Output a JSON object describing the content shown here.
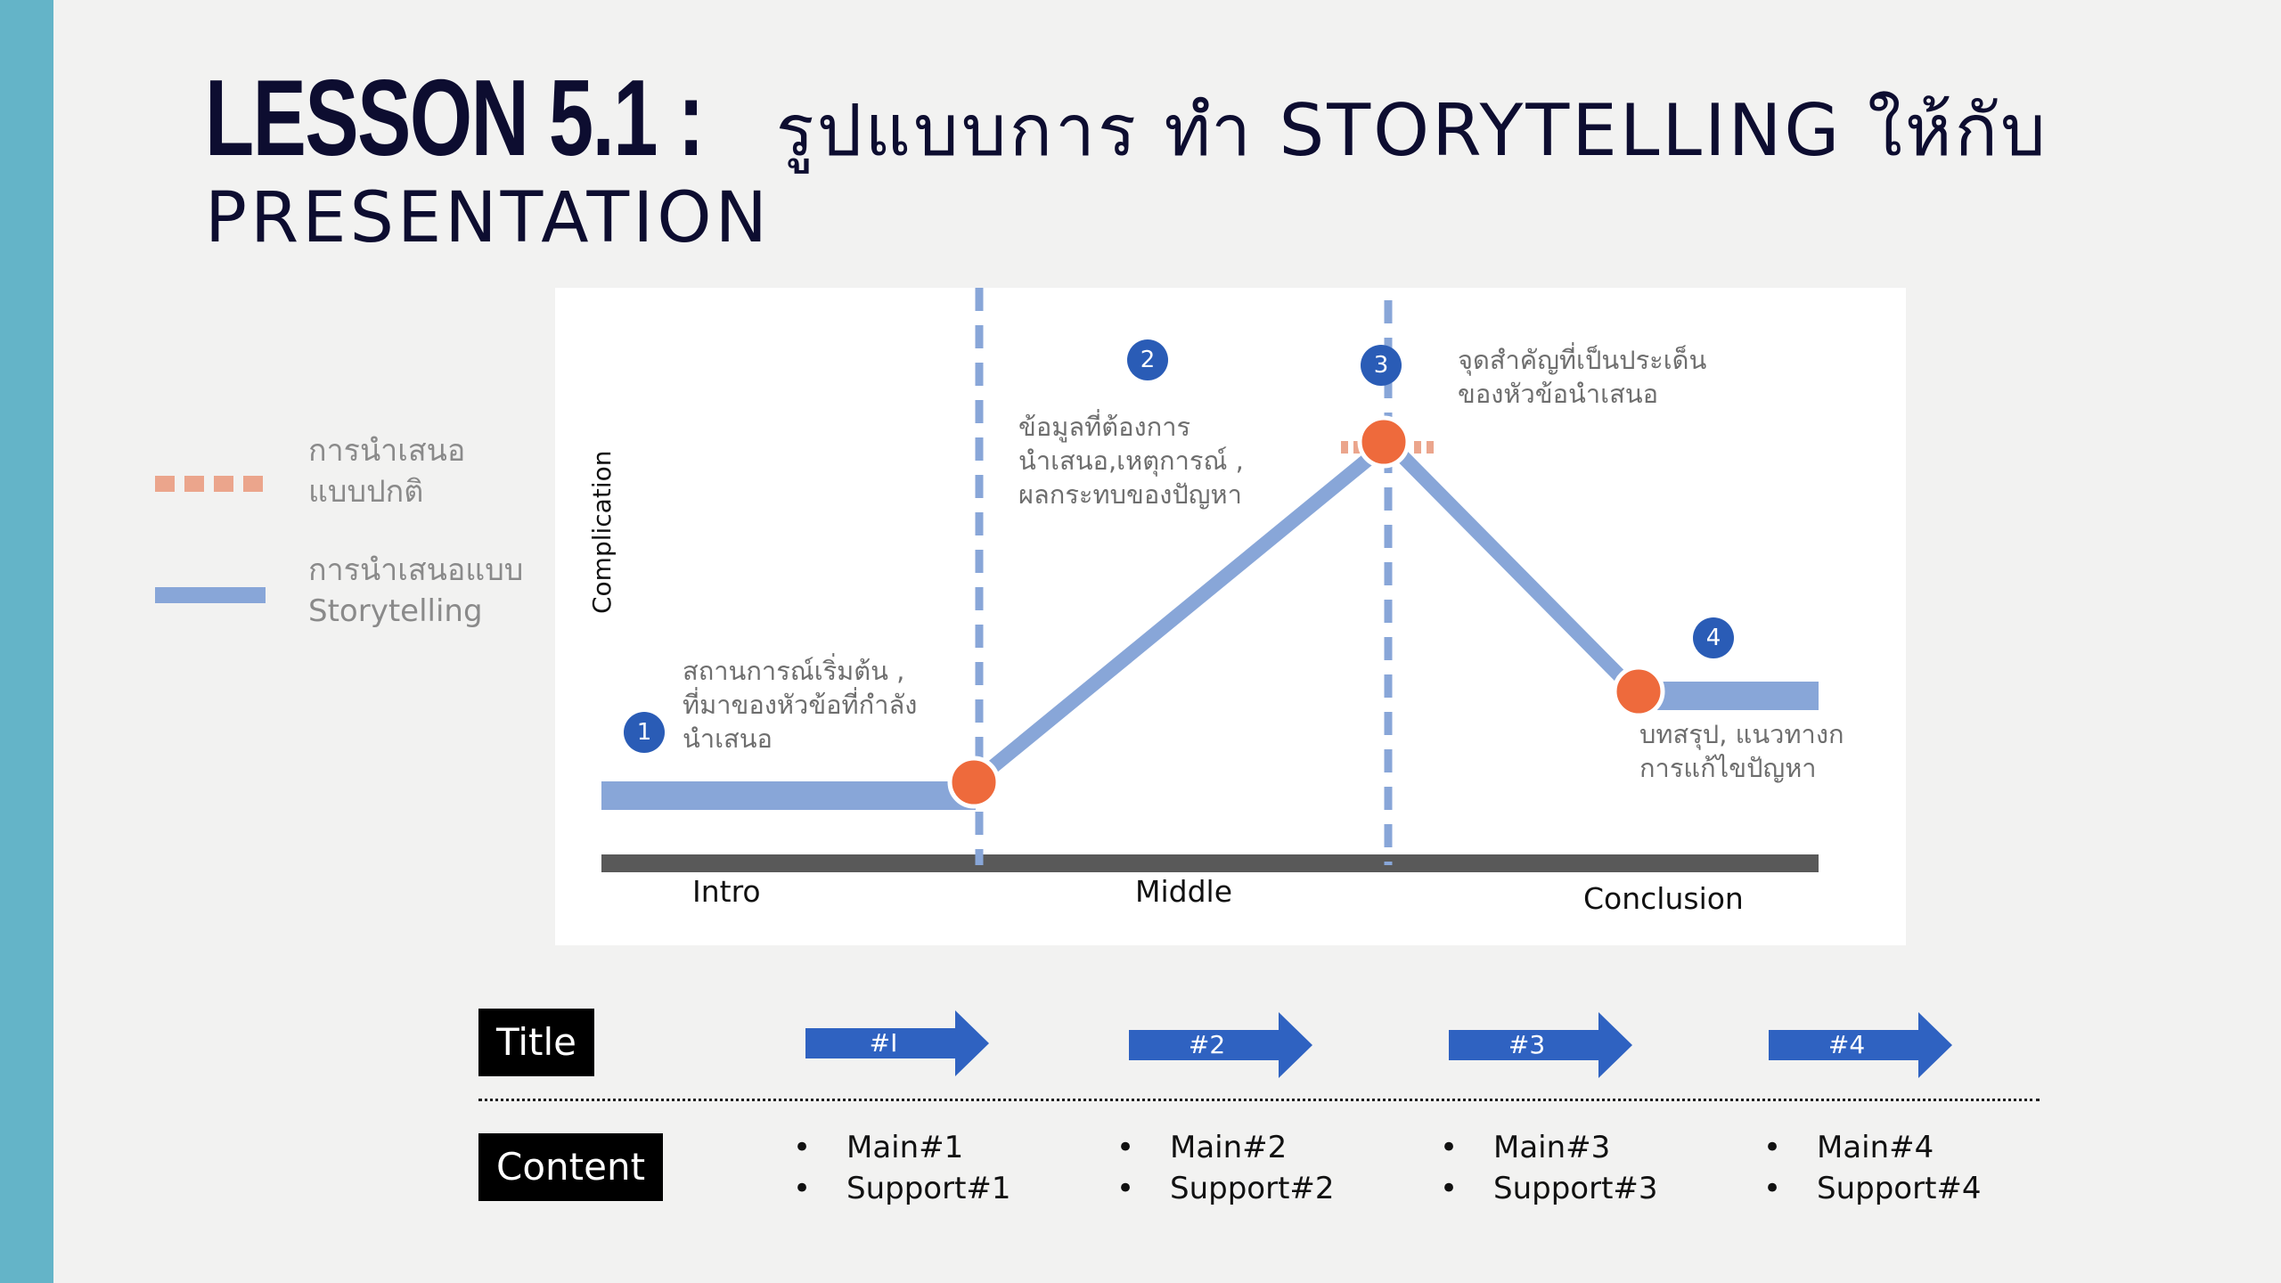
{
  "colors": {
    "accent_bar": "#64b4c8",
    "title": "#0d0d30",
    "storytelling_line": "#88a6d8",
    "normal_line": "#eba58c",
    "point": "#ee6a3c",
    "number_badge": "#2a5cb6",
    "axis": "#595959",
    "arrow": "#2f62c1"
  },
  "title": {
    "lesson": "LESSON 5.1 :",
    "rest": "รูปแบบการ ทำ STORYTELLING ให้กับ",
    "line2": "PRESENTATION"
  },
  "legend": [
    {
      "icon": "dashed-line-icon",
      "line1": "การนำเสนอ",
      "line2": "แบบปกติ"
    },
    {
      "icon": "solid-line-icon",
      "line1": "การนำเสนอแบบ",
      "line2": "Storytelling"
    }
  ],
  "chart": {
    "ylabel": "Complication",
    "sections": [
      "Intro",
      "Middle",
      "Conclusion"
    ],
    "points": [
      {
        "number": "1",
        "lines": [
          "สถานการณ์เริ่มต้น ,",
          "ที่มาของหัวข้อที่กำลัง",
          "นำเสนอ"
        ]
      },
      {
        "number": "2",
        "lines": [
          "ข้อมูลที่ต้องการ",
          "นำเสนอ,เหตุการณ์ ,",
          "ผลกระทบของปัญหา"
        ]
      },
      {
        "number": "3",
        "lines": [
          "จุดสำคัญที่เป็นประเด็น",
          "ของหัวข้อนำเสนอ"
        ]
      },
      {
        "number": "4",
        "lines": [
          "บทสรุป, แนวทางก",
          "การแก้ไขปัญหา"
        ]
      }
    ]
  },
  "bottom": {
    "title_label": "Title",
    "content_label": "Content",
    "steps": [
      {
        "arrow": "#I",
        "main": "Main#1",
        "support": "Support#1"
      },
      {
        "arrow": "#2",
        "main": "Main#2",
        "support": "Support#2"
      },
      {
        "arrow": "#3",
        "main": "Main#3",
        "support": "Support#3"
      },
      {
        "arrow": "#4",
        "main": "Main#4",
        "support": "Support#4"
      }
    ]
  }
}
